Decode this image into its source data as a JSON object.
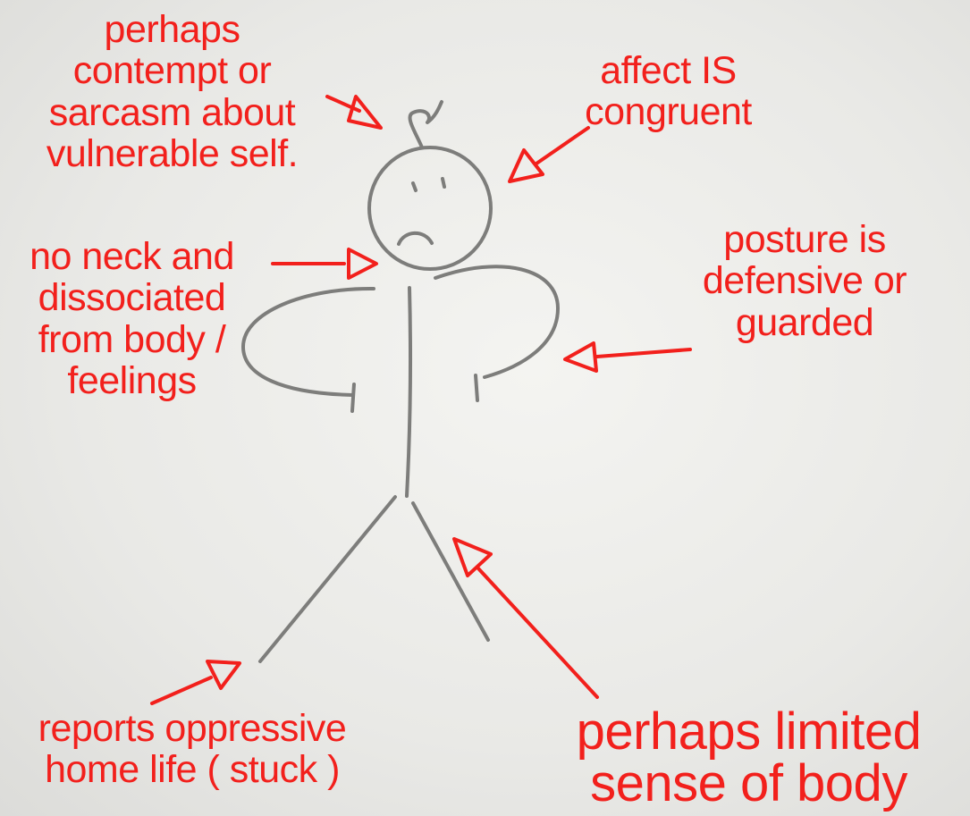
{
  "annotations": {
    "contempt": "perhaps\ncontempt or\nsarcasm about\nvulnerable self.",
    "affect": "affect IS\ncongruent",
    "neck": "no neck and\ndissociated\nfrom body /\nfeelings",
    "posture": "posture is\ndefensive or\nguarded",
    "home": "reports oppressive\nhome life ( stuck )",
    "limited": "perhaps limited\nsense of body"
  },
  "colors": {
    "annotation": "#f2201c",
    "pencil": "#7d7d7b",
    "paper": "#ebebe8"
  }
}
